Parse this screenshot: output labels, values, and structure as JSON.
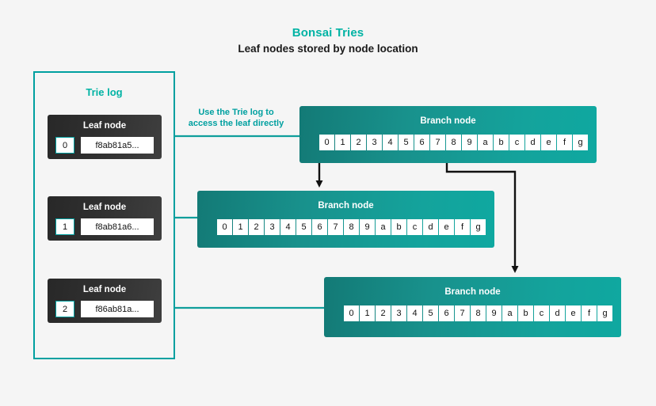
{
  "header": {
    "title": "Bonsai Tries",
    "subtitle": "Leaf nodes stored by node location",
    "title_color": "#00b3a4"
  },
  "trie_log": {
    "label": "Trie log",
    "border_color": "#00a0a0",
    "leaf_nodes": [
      {
        "title": "Leaf node",
        "index": "0",
        "hash": "f8ab81a5..."
      },
      {
        "title": "Leaf node",
        "index": "1",
        "hash": "f8ab81a6..."
      },
      {
        "title": "Leaf node",
        "index": "2",
        "hash": "f86ab81a..."
      }
    ]
  },
  "annotation": {
    "line1": "Use the Trie log to",
    "line2": "access the leaf directly",
    "color": "#00a0a0"
  },
  "branch_nodes": [
    {
      "title": "Branch node",
      "cells": [
        "0",
        "1",
        "2",
        "3",
        "4",
        "5",
        "6",
        "7",
        "8",
        "9",
        "a",
        "b",
        "c",
        "d",
        "e",
        "f",
        "g"
      ],
      "accent": "#14a39c"
    },
    {
      "title": "Branch node",
      "cells": [
        "0",
        "1",
        "2",
        "3",
        "4",
        "5",
        "6",
        "7",
        "8",
        "9",
        "a",
        "b",
        "c",
        "d",
        "e",
        "f",
        "g"
      ],
      "accent": "#14a39c"
    },
    {
      "title": "Branch node",
      "cells": [
        "0",
        "1",
        "2",
        "3",
        "4",
        "5",
        "6",
        "7",
        "8",
        "9",
        "a",
        "b",
        "c",
        "d",
        "e",
        "f",
        "g"
      ],
      "accent": "#14a39c"
    }
  ],
  "colors": {
    "background": "#f5f5f5",
    "teal": "#00a0a0",
    "teal_bright": "#00b3a4",
    "arrow_black": "#111111",
    "card_dark": "#303030"
  }
}
